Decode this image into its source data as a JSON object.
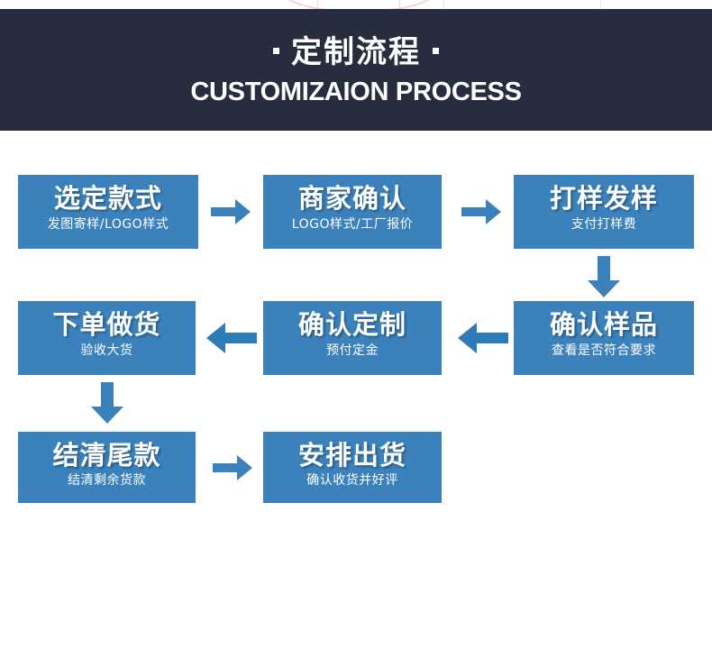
{
  "header": {
    "cn_title": "定制流程",
    "en_title": "CUSTOMIZAION PROCESS",
    "background_color": "#272d3f",
    "text_color": "#ffffff"
  },
  "theme": {
    "box_color": "#3b82bd",
    "arrow_color": "#3b82bd",
    "page_background": "#ffffff"
  },
  "flow": {
    "steps": [
      {
        "id": "step-1",
        "title": "选定款式",
        "subtitle": "发图寄样/LOGO样式"
      },
      {
        "id": "step-2",
        "title": "商家确认",
        "subtitle": "LOGO样式/工厂报价"
      },
      {
        "id": "step-3",
        "title": "打样发样",
        "subtitle": "支付打样费"
      },
      {
        "id": "step-4",
        "title": "确认样品",
        "subtitle": "查看是否符合要求"
      },
      {
        "id": "step-5",
        "title": "确认定制",
        "subtitle": "预付定金"
      },
      {
        "id": "step-6",
        "title": "下单做货",
        "subtitle": "验收大货"
      },
      {
        "id": "step-7",
        "title": "结清尾款",
        "subtitle": "结清剩余货款"
      },
      {
        "id": "step-8",
        "title": "安排出货",
        "subtitle": "确认收货并好评"
      }
    ],
    "connectors": [
      {
        "id": "arrow-1",
        "direction": "right",
        "from": "step-1",
        "to": "step-2"
      },
      {
        "id": "arrow-2",
        "direction": "right",
        "from": "step-2",
        "to": "step-3"
      },
      {
        "id": "arrow-3",
        "direction": "down",
        "from": "step-3",
        "to": "step-4"
      },
      {
        "id": "arrow-4",
        "direction": "left",
        "from": "step-4",
        "to": "step-5"
      },
      {
        "id": "arrow-5",
        "direction": "left",
        "from": "step-5",
        "to": "step-6"
      },
      {
        "id": "arrow-6",
        "direction": "down",
        "from": "step-6",
        "to": "step-7"
      },
      {
        "id": "arrow-7",
        "direction": "right",
        "from": "step-7",
        "to": "step-8"
      }
    ]
  }
}
